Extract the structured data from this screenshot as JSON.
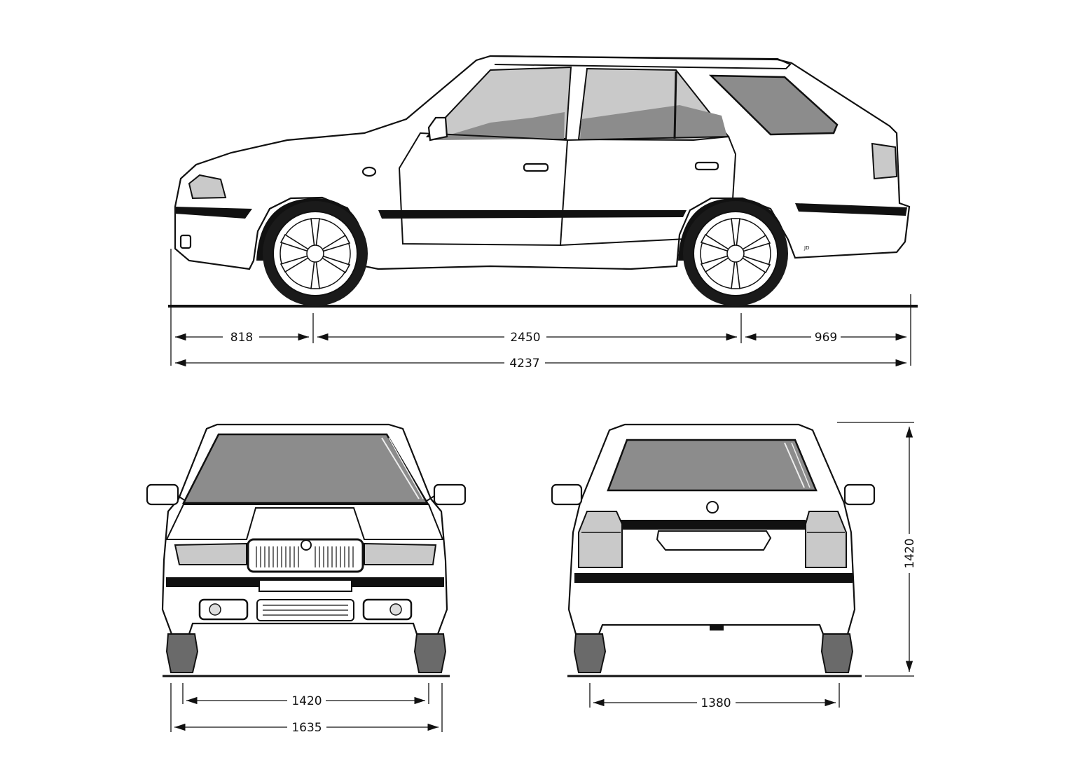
{
  "views": {
    "side": {
      "front_overhang": "818",
      "wheelbase": "2450",
      "rear_overhang": "969",
      "length": "4237",
      "badge": "JD"
    },
    "front": {
      "track_front": "1420",
      "width": "1635"
    },
    "rear": {
      "track_rear": "1380",
      "height": "1420"
    }
  }
}
